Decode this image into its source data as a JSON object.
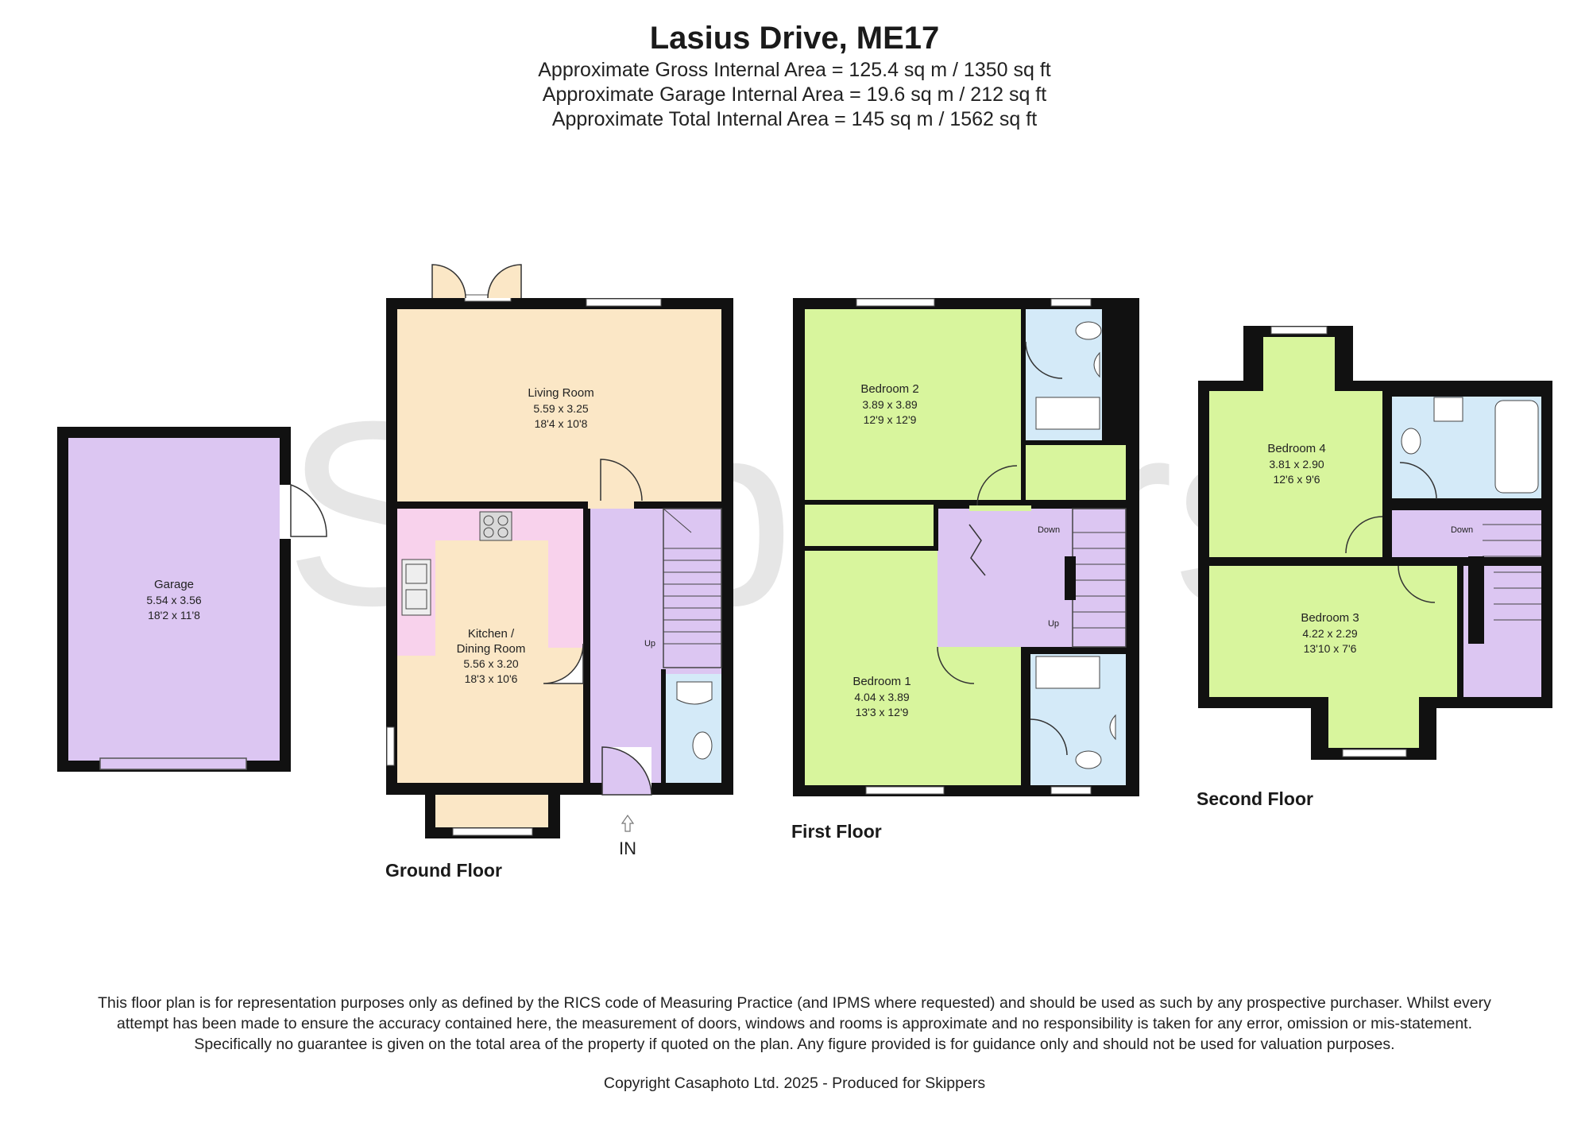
{
  "header": {
    "title": "Lasius Drive, ME17",
    "gross_area": "Approximate Gross Internal Area = 125.4 sq m / 1350 sq ft",
    "garage_area": "Approximate Garage Internal Area = 19.6 sq m / 212 sq ft",
    "total_area": "Approximate Total Internal Area = 145 sq m / 1562 sq ft"
  },
  "watermark": "Skippers",
  "colors": {
    "wall": "#111111",
    "garage": "#dcc6f2",
    "living": "#fbe7c6",
    "kitchen_pink": "#f8d2ec",
    "hall": "#dcc6f2",
    "bedroom": "#d8f59d",
    "bathroom": "#d4eaf8",
    "watermark": "#e6e6e6"
  },
  "floors": {
    "ground": {
      "label": "Ground Floor",
      "entrance": "IN",
      "stair_label": "Up",
      "garage": {
        "name": "Garage",
        "metric": "5.54 x 3.56",
        "imperial": "18'2 x 11'8"
      },
      "living_room": {
        "name": "Living Room",
        "metric": "5.59 x 3.25",
        "imperial": "18'4 x 10'8"
      },
      "kitchen": {
        "name_line1": "Kitchen /",
        "name_line2": "Dining Room",
        "metric": "5.56 x 3.20",
        "imperial": "18'3 x 10'6"
      }
    },
    "first": {
      "label": "First Floor",
      "stair_down": "Down",
      "stair_up": "Up",
      "bedroom2": {
        "name": "Bedroom 2",
        "metric": "3.89 x 3.89",
        "imperial": "12'9 x 12'9"
      },
      "bedroom1": {
        "name": "Bedroom 1",
        "metric": "4.04 x 3.89",
        "imperial": "13'3 x 12'9"
      }
    },
    "second": {
      "label": "Second Floor",
      "stair_down": "Down",
      "bedroom4": {
        "name": "Bedroom 4",
        "metric": "3.81 x 2.90",
        "imperial": "12'6 x 9'6"
      },
      "bedroom3": {
        "name": "Bedroom 3",
        "metric": "4.22 x 2.29",
        "imperial": "13'10 x 7'6"
      }
    }
  },
  "footer": {
    "disclaimer": "This floor plan is for representation purposes only as defined by the RICS code of Measuring Practice (and IPMS where requested) and should be used as such by any prospective purchaser. Whilst every attempt has been made to ensure the accuracy contained here, the measurement of doors, windows and rooms is approximate and no responsibility is taken for any error, omission or mis-statement. Specifically no guarantee is given on the total area of the property if quoted on the plan. Any figure provided is for guidance only and should not be used for valuation purposes.",
    "copyright": "Copyright Casaphoto Ltd. 2025 - Produced for Skippers"
  }
}
